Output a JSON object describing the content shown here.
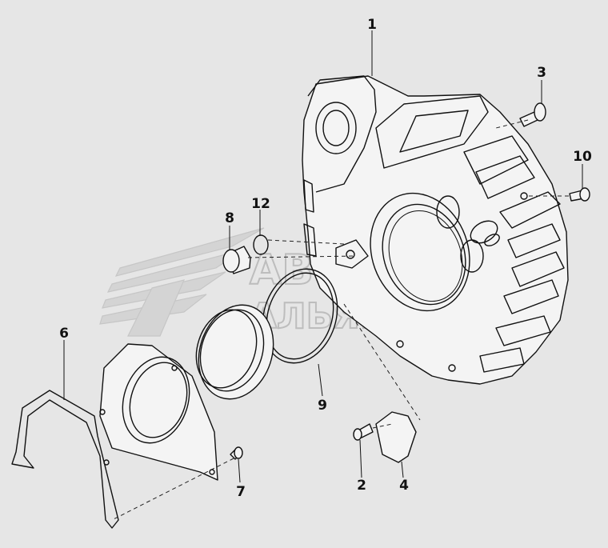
{
  "parts": [
    {
      "number": "1",
      "item": "flywheel-housing"
    },
    {
      "number": "2",
      "item": "bolt"
    },
    {
      "number": "3",
      "item": "bolt"
    },
    {
      "number": "4",
      "item": "cover-plate"
    },
    {
      "number": "6",
      "item": "gasket"
    },
    {
      "number": "7",
      "item": "bolt"
    },
    {
      "number": "8",
      "item": "plug"
    },
    {
      "number": "9",
      "item": "o-ring"
    },
    {
      "number": "10",
      "item": "bolt"
    },
    {
      "number": "12",
      "item": "o-ring"
    }
  ],
  "watermark": {
    "line1": "АВТО",
    "line2": "АЛЬЯНС"
  },
  "colors": {
    "background": "#e6e6e6",
    "line": "#111111",
    "watermark": "#c6c6c6"
  }
}
